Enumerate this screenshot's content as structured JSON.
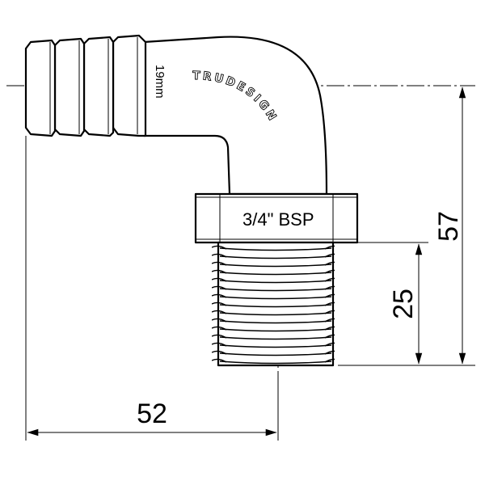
{
  "drawing": {
    "hose_size_label": "19mm",
    "brand_label": "TRUDESIGN",
    "thread_label": "3/4\" BSP"
  },
  "dimensions": {
    "width": "52",
    "total_height": "57",
    "thread_height": "25"
  }
}
